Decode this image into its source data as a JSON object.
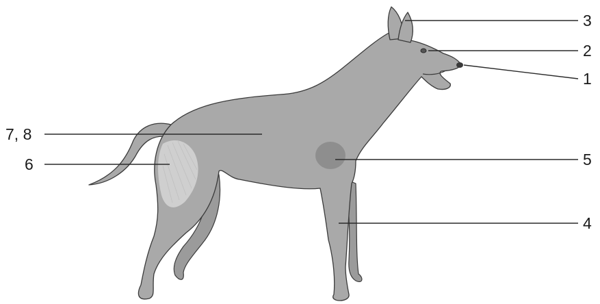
{
  "labels": [
    {
      "id": "label-1",
      "text": "1"
    },
    {
      "id": "label-2",
      "text": "2"
    },
    {
      "id": "label-3",
      "text": "3"
    },
    {
      "id": "label-4",
      "text": "4"
    },
    {
      "id": "label-5",
      "text": "5"
    },
    {
      "id": "label-6",
      "text": "6"
    },
    {
      "id": "label-7-8",
      "text": "7, 8"
    }
  ],
  "colors": {
    "dog_body": "#a9a9a9",
    "dog_far_limbs": "#9b9b9b",
    "region_5_patch": "#8a8a8a",
    "region_6_patch": "#d6d6d6",
    "outline": "#3a3a3a"
  }
}
